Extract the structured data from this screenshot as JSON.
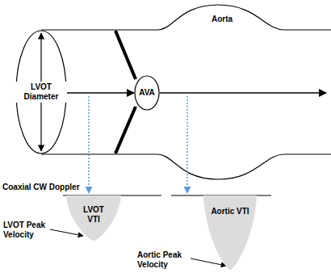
{
  "diagram": {
    "nodes": [
      {
        "text": [
          "LVOT Diameter"
        ]
      },
      {
        "text": [
          "AVA"
        ]
      },
      {
        "text": [
          "LVOT VTI"
        ]
      },
      {
        "text": [
          "Aortic VTI"
        ]
      }
    ],
    "edges": [
      {
        "from": 0,
        "to": 1,
        "arrow": "to"
      }
    ],
    "labels": [
      "Aorta",
      "Coaxial CW Doppler",
      "LVOT Peak Velocity",
      "Aortic Peak Velocity"
    ]
  }
}
